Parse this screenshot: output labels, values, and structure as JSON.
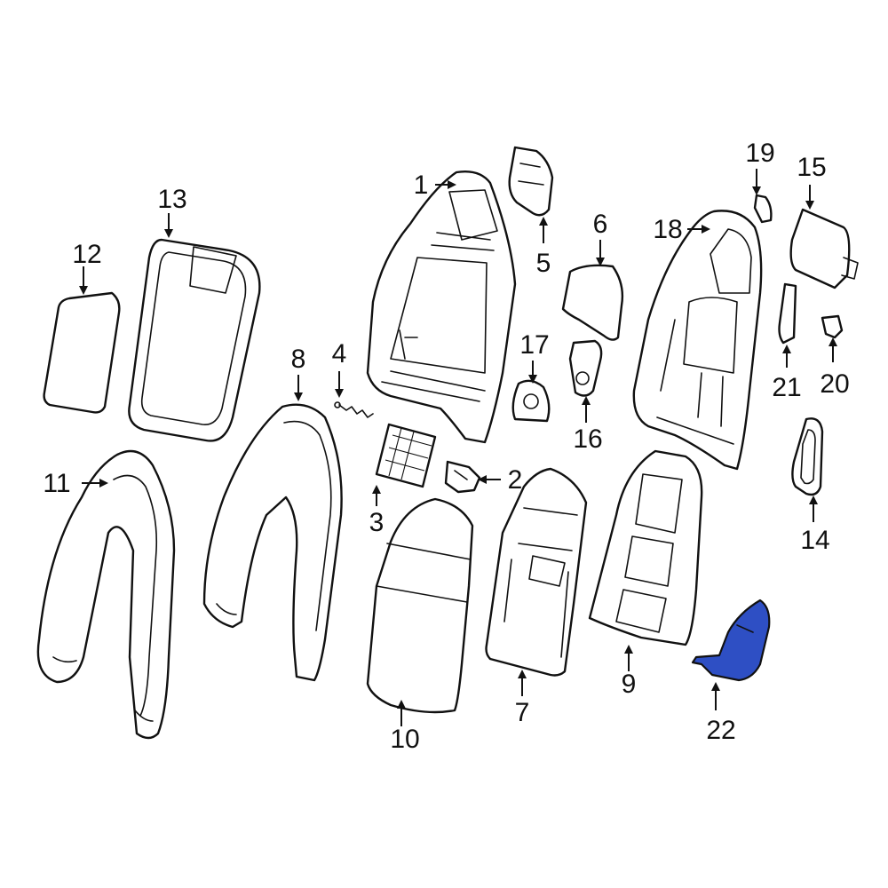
{
  "highlight_color": "#2e4fc4",
  "callouts": {
    "c1": "1",
    "c2": "2",
    "c3": "3",
    "c4": "4",
    "c5": "5",
    "c6": "6",
    "c7": "7",
    "c8": "8",
    "c9": "9",
    "c10": "10",
    "c11": "11",
    "c12": "12",
    "c13": "13",
    "c14": "14",
    "c15": "15",
    "c16": "16",
    "c17": "17",
    "c18": "18",
    "c19": "19",
    "c20": "20",
    "c21": "21",
    "c22": "22"
  },
  "highlighted_part": "22"
}
